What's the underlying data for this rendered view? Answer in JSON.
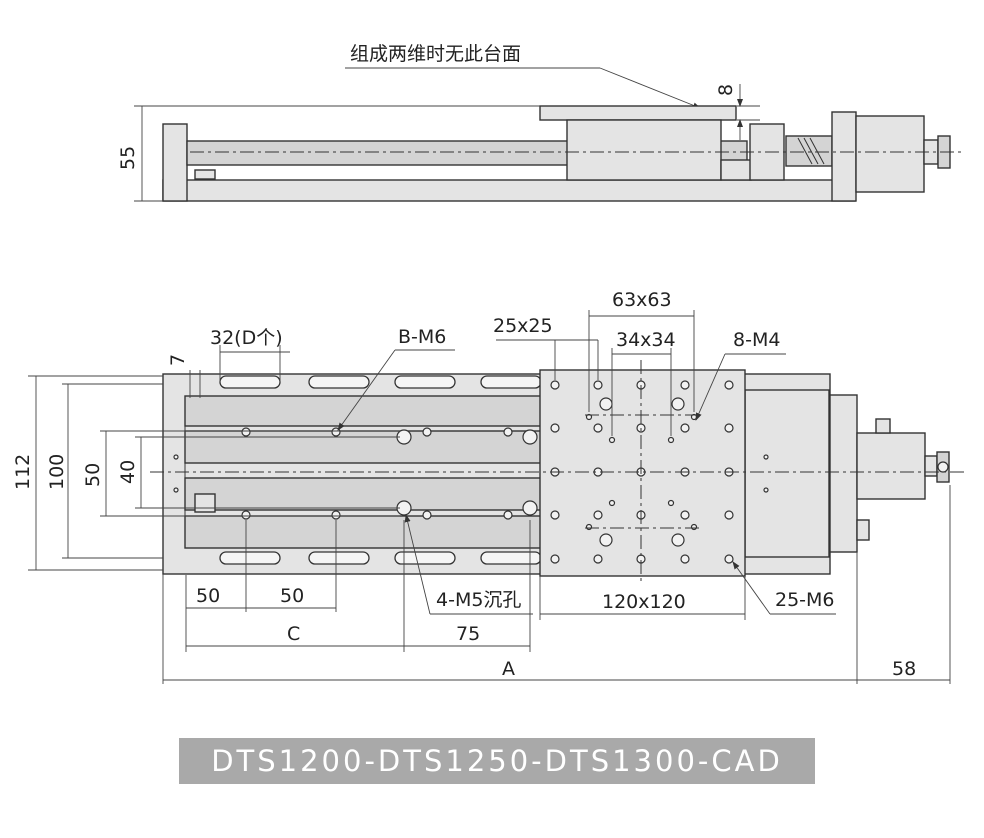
{
  "title_banner": "DTS1200-DTS1250-DTS1300-CAD",
  "side_view": {
    "top_note": "组成两维时无此台面",
    "dim_height": "55",
    "dim_plate": "8"
  },
  "top_view": {
    "dims": {
      "d112": "112",
      "d100": "100",
      "d50v": "50",
      "d40": "40",
      "d7": "7",
      "slot_pitch": "32(D个)",
      "b_m6": "B-M6",
      "p25x25": "25x25",
      "p63x63": "63x63",
      "p34x34": "34x34",
      "m4": "8-M4",
      "d50a": "50",
      "d50b": "50",
      "m5": "4-M5沉孔",
      "table": "120x120",
      "m6": "25-M6",
      "C": "C",
      "d75": "75",
      "A": "A",
      "d58": "58"
    }
  }
}
